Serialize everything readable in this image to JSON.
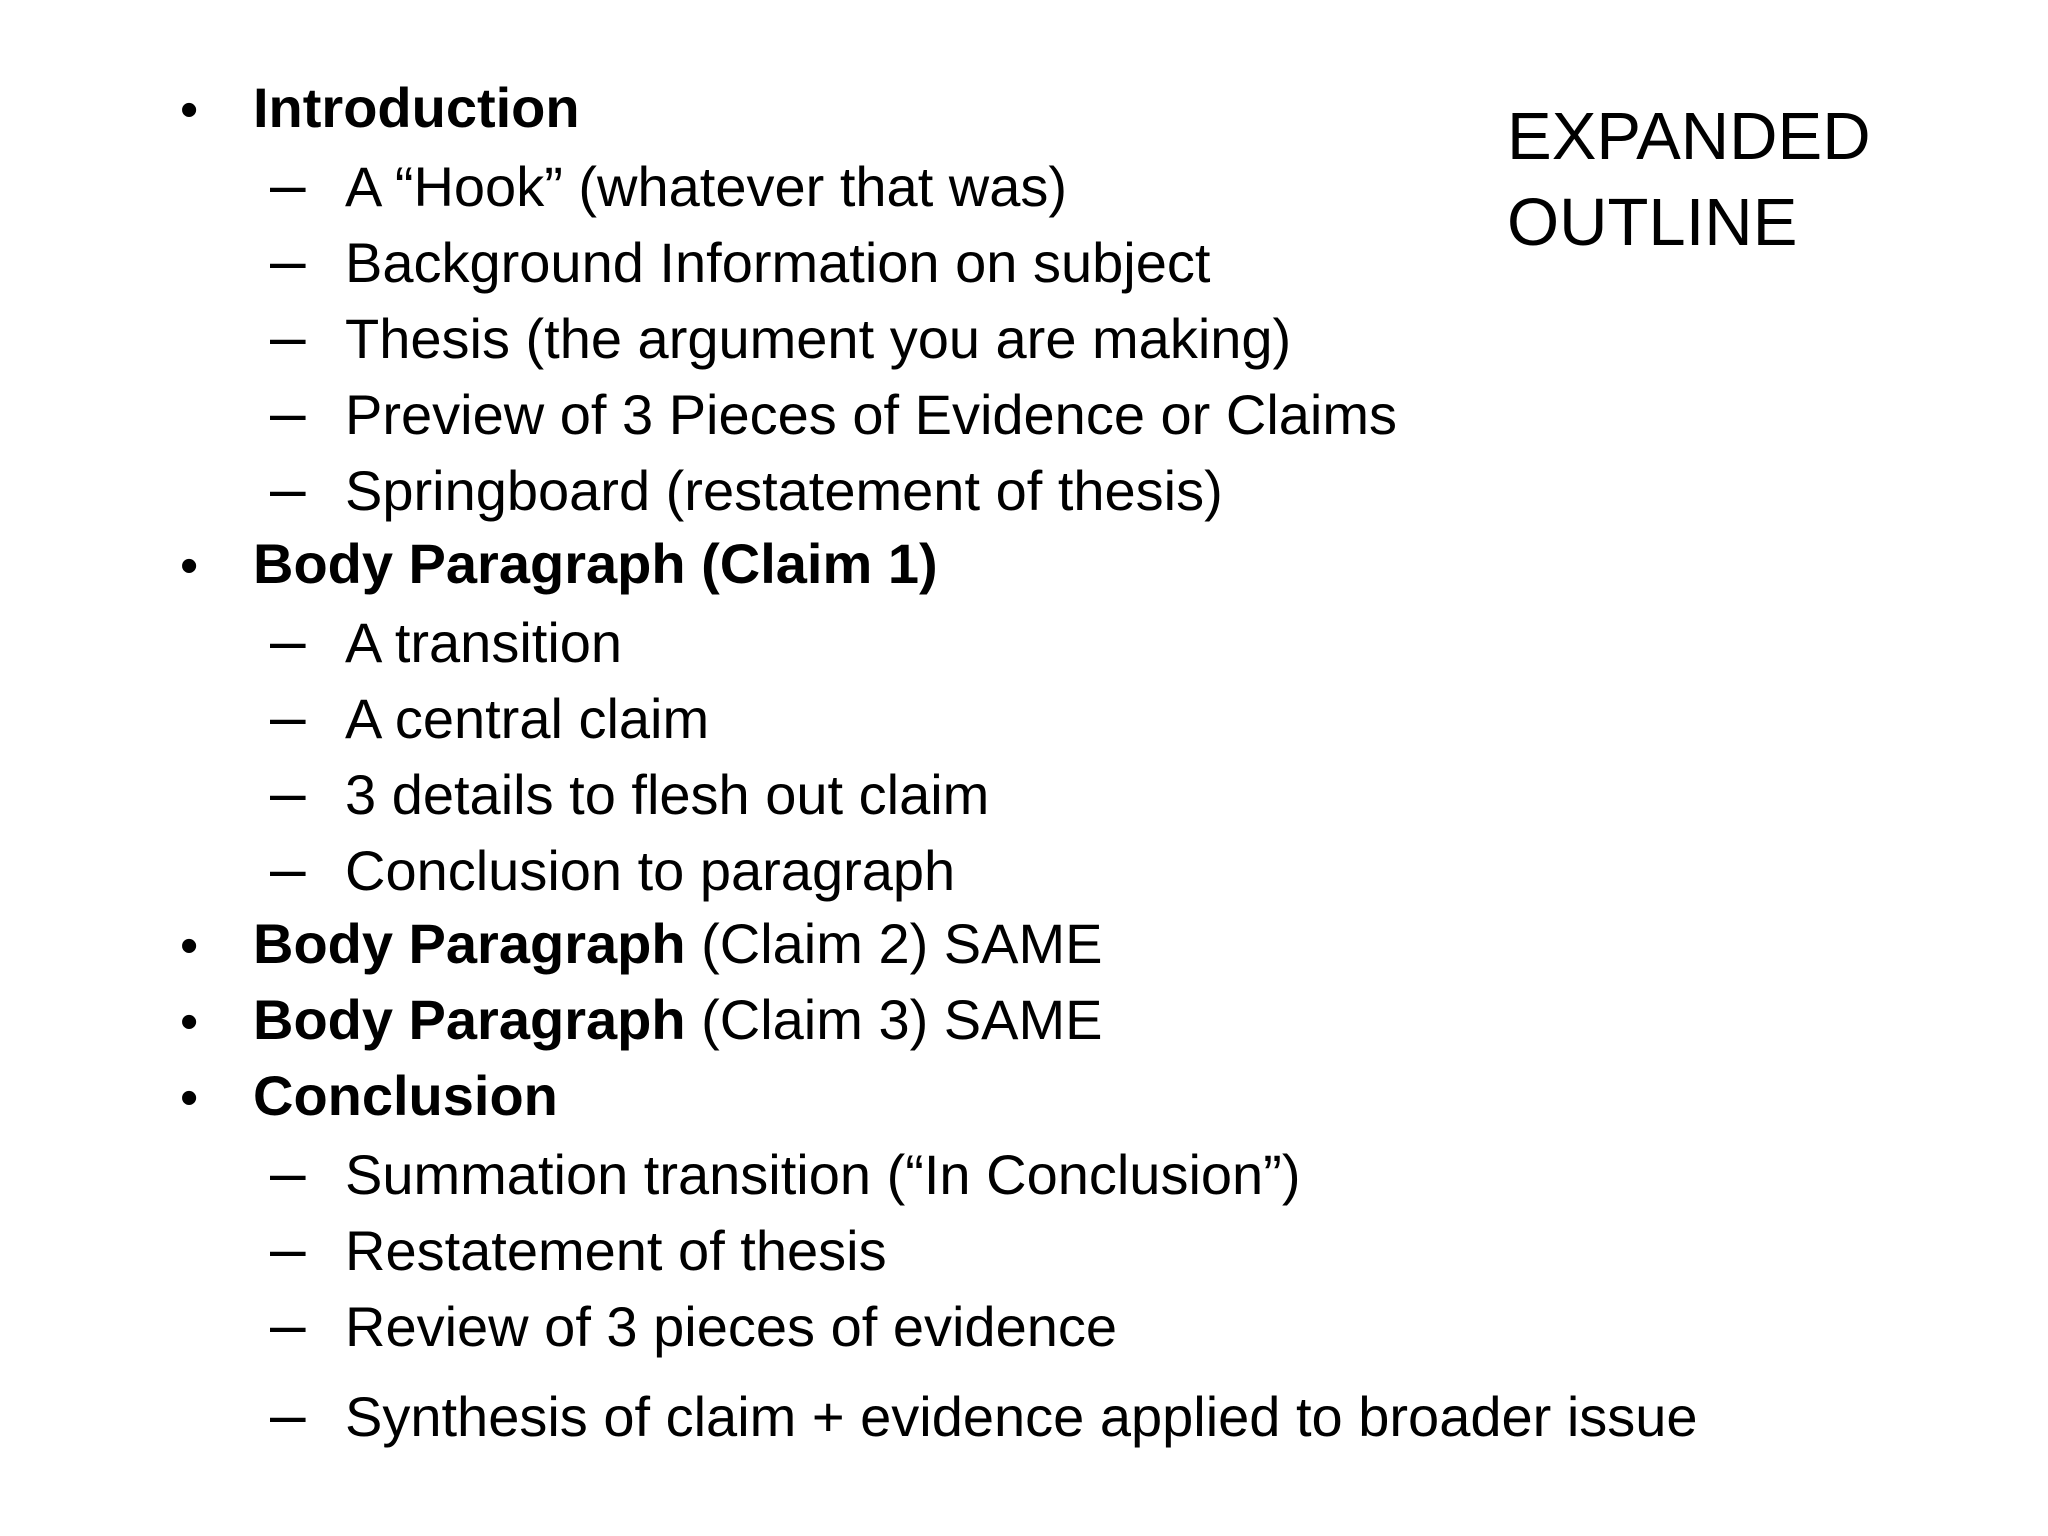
{
  "slide": {
    "background_color": "#ffffff",
    "text_color": "#000000"
  },
  "title": {
    "text": "EXPANDED OUTLINE"
  },
  "icons": {
    "level1_bullet": "•",
    "level2_dash": "–"
  },
  "outline": {
    "items": [
      {
        "level": 1,
        "bold_text": "Introduction",
        "regular_text": ""
      },
      {
        "level": 2,
        "text": "A “Hook” (whatever that was)"
      },
      {
        "level": 2,
        "text": "Background Information on subject"
      },
      {
        "level": 2,
        "text": "Thesis (the argument you are making)"
      },
      {
        "level": 2,
        "text": "Preview of 3 Pieces of Evidence or Claims"
      },
      {
        "level": 2,
        "text": "Springboard (restatement of thesis)"
      },
      {
        "level": 1,
        "bold_text": "Body Paragraph (Claim 1)",
        "regular_text": ""
      },
      {
        "level": 2,
        "text": "A transition"
      },
      {
        "level": 2,
        "text": "A central claim"
      },
      {
        "level": 2,
        "text": "3 details to flesh out claim"
      },
      {
        "level": 2,
        "text": "Conclusion to paragraph"
      },
      {
        "level": 1,
        "bold_text": "Body Paragraph",
        "regular_text": " (Claim 2) SAME"
      },
      {
        "level": 1,
        "bold_text": "Body Paragraph",
        "regular_text": " (Claim 3) SAME"
      },
      {
        "level": 1,
        "bold_text": "Conclusion",
        "regular_text": ""
      },
      {
        "level": 2,
        "text": "Summation transition (“In Conclusion”)"
      },
      {
        "level": 2,
        "text": "Restatement of thesis"
      },
      {
        "level": 2,
        "text": "Review of 3 pieces of evidence"
      },
      {
        "level": 2,
        "text": "Synthesis of claim + evidence applied to broader issue"
      }
    ]
  }
}
